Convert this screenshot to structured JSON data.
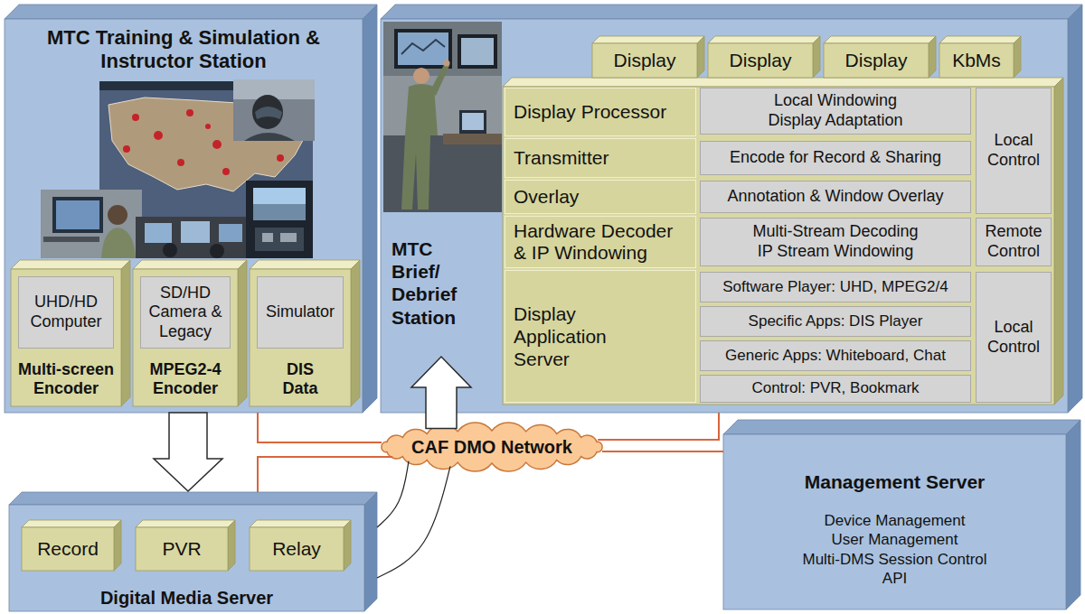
{
  "diagram": {
    "nodes": [
      {
        "text": [
          "MTC Training & Simulation & Instructor Station"
        ]
      },
      {
        "text": [
          "Multi-screen Encoder"
        ],
        "in": 0
      },
      {
        "text": [
          "UHD/HD Computer"
        ],
        "in": 1
      },
      {
        "text": [
          "MPEG2-4 Encoder"
        ],
        "in": 0
      },
      {
        "text": [
          "SD/HD Camera & Legacy"
        ],
        "in": 3
      },
      {
        "text": [
          "DIS Data"
        ],
        "in": 0
      },
      {
        "text": [
          "Simulator"
        ],
        "in": 5
      },
      {
        "text": [
          "MTC Brief/ Debrief Station"
        ]
      },
      {
        "text": [
          "Display"
        ],
        "in": 7
      },
      {
        "text": [
          "Display"
        ],
        "in": 7
      },
      {
        "text": [
          "Display"
        ],
        "in": 7
      },
      {
        "text": [
          "KbMs"
        ],
        "in": 7
      },
      {
        "text": [
          "Display Processor"
        ],
        "in": 7
      },
      {
        "text": [
          "Local Windowing",
          "Display Adaptation"
        ],
        "in": 7
      },
      {
        "text": [
          "Local Control"
        ],
        "in": 7
      },
      {
        "text": [
          "Transmitter"
        ],
        "in": 7
      },
      {
        "text": [
          "Encode for Record & Sharing"
        ],
        "in": 7
      },
      {
        "text": [
          "Overlay"
        ],
        "in": 7
      },
      {
        "text": [
          "Annotation & Window Overlay"
        ],
        "in": 7
      },
      {
        "text": [
          "Hardware Decoder & IP Windowing"
        ],
        "in": 7
      },
      {
        "text": [
          "Multi-Stream Decoding",
          "IP Stream Windowing"
        ],
        "in": 7
      },
      {
        "text": [
          "Remote Control"
        ],
        "in": 7
      },
      {
        "text": [
          "Display Application Server"
        ],
        "in": 7
      },
      {
        "text": [
          "Software Player: UHD, MPEG2/4"
        ],
        "in": 7
      },
      {
        "text": [
          "Specific Apps: DIS Player"
        ],
        "in": 7
      },
      {
        "text": [
          "Generic Apps: Whiteboard, Chat"
        ],
        "in": 7
      },
      {
        "text": [
          "Control: PVR, Bookmark"
        ],
        "in": 7
      },
      {
        "text": [
          "Local Control"
        ],
        "in": 7
      },
      {
        "text": [
          "CAF DMO Network"
        ]
      },
      {
        "text": [
          "Management Server",
          "Device Management",
          "User Management",
          "Multi-DMS Session Control",
          "API"
        ]
      },
      {
        "text": [
          "Digital Media Server"
        ]
      },
      {
        "text": [
          "Record"
        ],
        "in": 30
      },
      {
        "text": [
          "PVR"
        ],
        "in": 30
      },
      {
        "text": [
          "Relay"
        ],
        "in": 30
      }
    ],
    "edges": [
      {
        "from": 0,
        "to": 30,
        "arrow": "to"
      },
      {
        "from": 0,
        "to": 28,
        "arrow": "none"
      },
      {
        "from": 7,
        "to": 28,
        "arrow": "none"
      },
      {
        "from": 30,
        "to": 28,
        "arrow": "none"
      },
      {
        "from": 28,
        "to": 29,
        "arrow": "none"
      },
      {
        "from": 28,
        "to": 7,
        "arrow": "to"
      },
      {
        "from": 28,
        "to": 30,
        "arrow": "none"
      },
      {
        "from": 28,
        "to": 30,
        "arrow": "none"
      }
    ]
  }
}
